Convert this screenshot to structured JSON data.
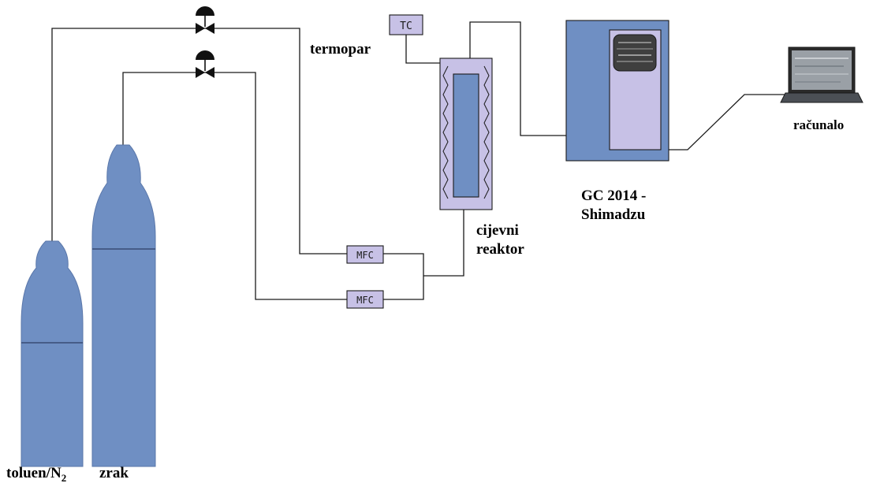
{
  "colors": {
    "cylinder": "#6f8fc3",
    "lavender": "#c7c1e6",
    "line": "#1a1a1a"
  },
  "labels": {
    "cylinder_small": "toluen/N",
    "cylinder_small_sub": "2",
    "cylinder_large": "zrak",
    "thermocouple": "termopar",
    "reactor_line1": "cijevni",
    "reactor_line2": "reaktor",
    "gc_line1": "GC 2014 -",
    "gc_line2": "Shimadzu",
    "computer": "računalo"
  },
  "boxes": {
    "tc": "TC",
    "mfc_top": "MFC",
    "mfc_bottom": "MFC"
  },
  "icons": {
    "valve": "needle-valve-icon",
    "reactor_heater": "zigzag-heater-icon",
    "computer": "laptop-icon"
  }
}
